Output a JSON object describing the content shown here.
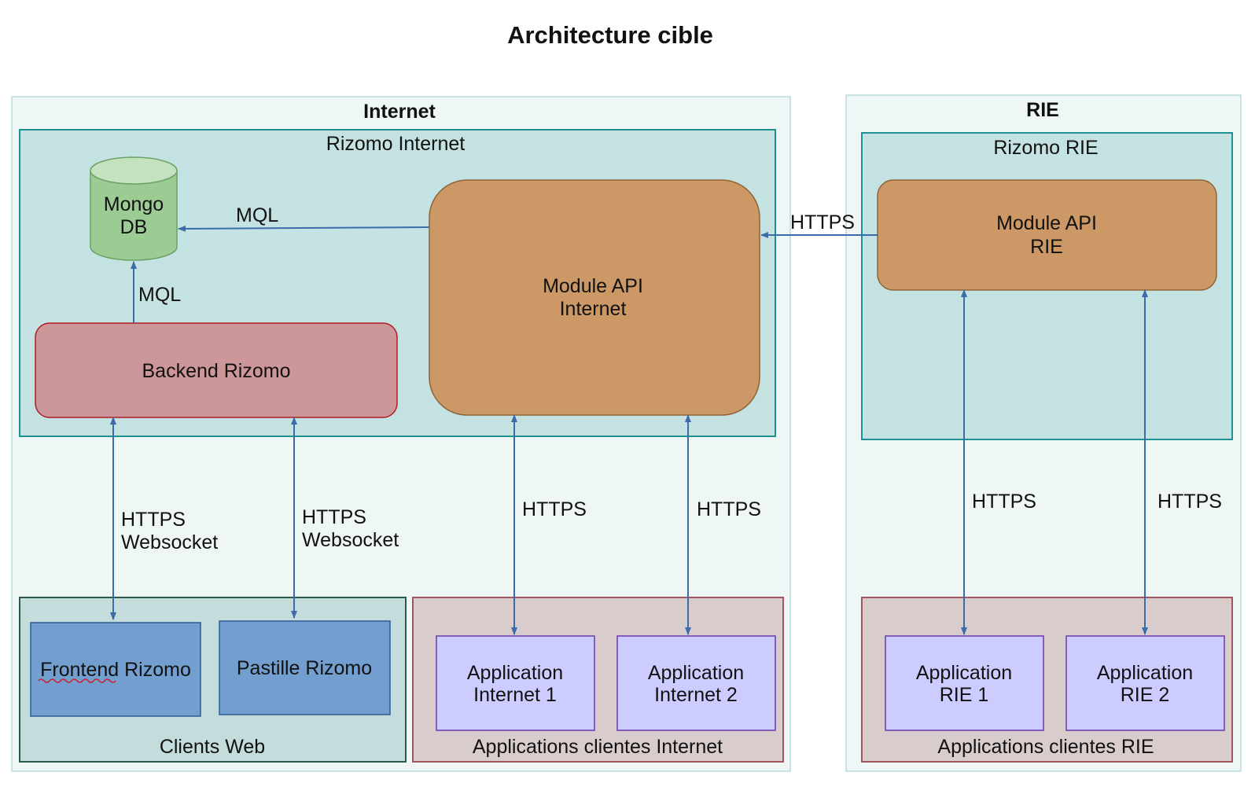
{
  "title": "Architecture cible",
  "zones": {
    "internet": {
      "label": "Internet"
    },
    "rie": {
      "label": "RIE"
    }
  },
  "groups": {
    "rizomo_internet": "Rizomo Internet",
    "rizomo_rie": "Rizomo RIE",
    "clients_web": "Clients Web",
    "apps_internet": "Applications clientes Internet",
    "apps_rie": "Applications clientes RIE"
  },
  "nodes": {
    "mongodb": {
      "line1": "Mongo",
      "line2": "DB"
    },
    "backend": {
      "label": "Backend Rizomo"
    },
    "module_api_internet": {
      "line1": "Module API",
      "line2": "Internet"
    },
    "module_api_rie": {
      "line1": "Module API",
      "line2": "RIE"
    },
    "frontend": {
      "label": "Frontend Rizomo"
    },
    "pastille": {
      "label": "Pastille Rizomo"
    },
    "app_internet_1": {
      "line1": "Application",
      "line2": "Internet 1"
    },
    "app_internet_2": {
      "line1": "Application",
      "line2": "Internet 2"
    },
    "app_rie_1": {
      "line1": "Application",
      "line2": "RIE 1"
    },
    "app_rie_2": {
      "line1": "Application",
      "line2": "RIE 2"
    }
  },
  "edges": {
    "api_to_mongo": "MQL",
    "backend_to_mongo": "MQL",
    "rie_to_internet": "HTTPS",
    "backend_frontend": {
      "line1": "HTTPS",
      "line2": "Websocket"
    },
    "backend_pastille": {
      "line1": "HTTPS",
      "line2": "Websocket"
    },
    "api_app1": "HTTPS",
    "api_app2": "HTTPS",
    "rie_app1": "HTTPS",
    "rie_app2": "HTTPS"
  },
  "colors": {
    "zone_fill": "#eef6f6",
    "zone_stroke": "#b8dcdc",
    "group_fill": "#c4e2e2",
    "group_stroke": "#1f9191",
    "api_fill": "#cc9966",
    "api_stroke": "#8f6436",
    "backend_fill": "#cd9799",
    "backend_stroke": "#b01c26",
    "mongo_fill": "#9ccb94",
    "mongo_stroke": "#6aa262",
    "client_fill": "#729fcf",
    "client_stroke": "#2e5c93",
    "app_fill": "#ccccff",
    "app_stroke": "#6a3aad",
    "apps_group_fill": "#d8cccc",
    "apps_group_stroke": "#a0565c",
    "clients_group_fill": "#c4dcdc",
    "clients_group_stroke": "#2a5a4a",
    "arrow": "#3b6ba8"
  }
}
